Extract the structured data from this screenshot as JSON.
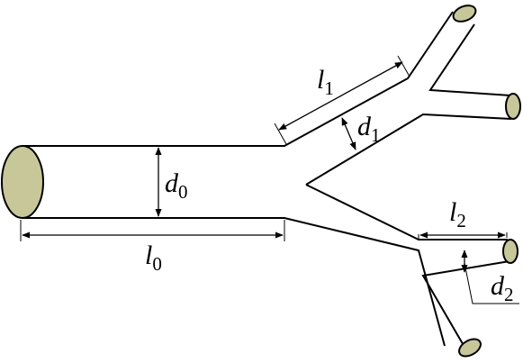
{
  "labels": {
    "l0": {
      "main": "l",
      "sub": "0"
    },
    "d0": {
      "main": "d",
      "sub": "0"
    },
    "l1": {
      "main": "l",
      "sub": "1"
    },
    "d1": {
      "main": "d",
      "sub": "1"
    },
    "l2": {
      "main": "l",
      "sub": "2"
    },
    "d2": {
      "main": "d",
      "sub": "2"
    }
  },
  "colors": {
    "vessel_end": "#c8c79a",
    "outline": "#000000"
  }
}
